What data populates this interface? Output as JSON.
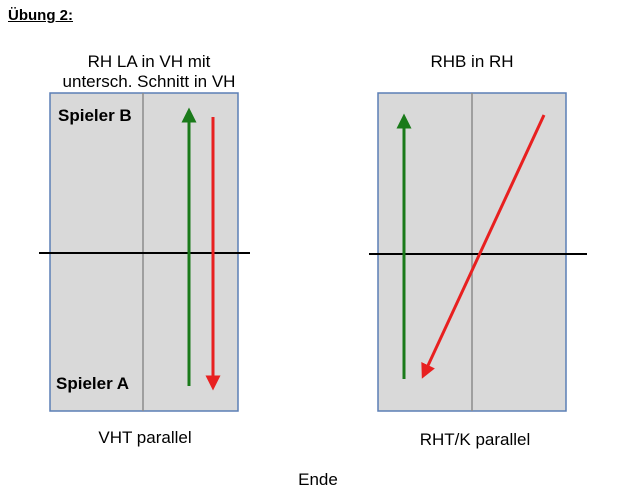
{
  "heading": "Übung 2:",
  "left_drill": {
    "title_lines": [
      "RH LA in VH mit",
      "untersch. Schnitt in VH"
    ],
    "player_top": "Spieler B",
    "player_bottom": "Spieler A",
    "footer": "VHT parallel",
    "arrows": [
      {
        "color": "#1a7a1a",
        "direction": "up"
      },
      {
        "color": "#e82020",
        "direction": "down"
      }
    ]
  },
  "right_drill": {
    "title": "RHB in RH",
    "footer": "RHT/K parallel",
    "arrows": [
      {
        "color": "#1a7a1a",
        "direction": "up"
      },
      {
        "color": "#e82020",
        "direction": "diagonal-down-left"
      }
    ]
  },
  "end_label": "Ende",
  "colors": {
    "table_fill": "#d9d9d9",
    "table_border": "#5b7fb5",
    "center_line": "#8c8c8c",
    "net": "#000000",
    "green_arrow": "#1a7a1a",
    "red_arrow": "#e82020"
  }
}
